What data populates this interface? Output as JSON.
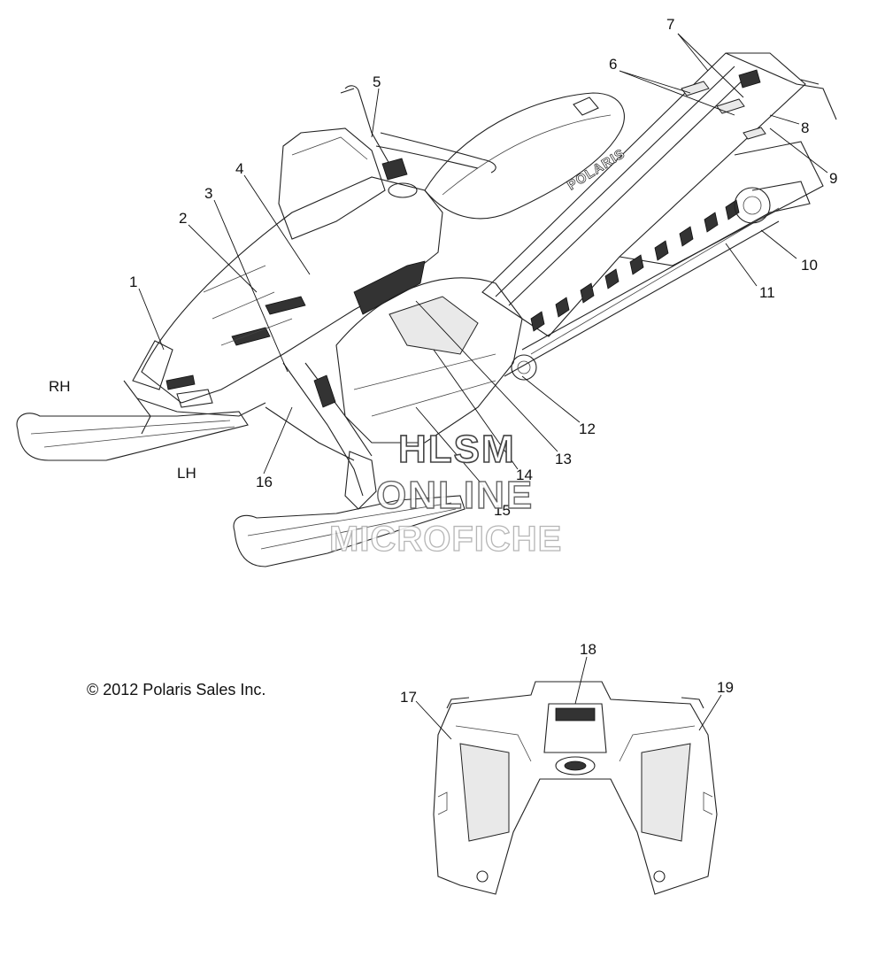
{
  "callouts": [
    {
      "id": "c1",
      "label": "1"
    },
    {
      "id": "c2",
      "label": "2"
    },
    {
      "id": "c3",
      "label": "3"
    },
    {
      "id": "c4",
      "label": "4"
    },
    {
      "id": "c5",
      "label": "5"
    },
    {
      "id": "c6",
      "label": "6"
    },
    {
      "id": "c7",
      "label": "7"
    },
    {
      "id": "c8",
      "label": "8"
    },
    {
      "id": "c9",
      "label": "9"
    },
    {
      "id": "c10",
      "label": "10"
    },
    {
      "id": "c11",
      "label": "11"
    },
    {
      "id": "c12",
      "label": "12"
    },
    {
      "id": "c13",
      "label": "13"
    },
    {
      "id": "c14",
      "label": "14"
    },
    {
      "id": "c15",
      "label": "15"
    },
    {
      "id": "c16",
      "label": "16"
    },
    {
      "id": "c17",
      "label": "17"
    },
    {
      "id": "c18",
      "label": "18"
    },
    {
      "id": "c19",
      "label": "19"
    }
  ],
  "side_labels": {
    "right": "RH",
    "left": "LH"
  },
  "brand_mark": "POLARIS",
  "copyright": "© 2012 Polaris Sales Inc.",
  "watermark": {
    "line1": "HLSM",
    "line2": "ONLINE",
    "line3": "MICROFICHE"
  }
}
